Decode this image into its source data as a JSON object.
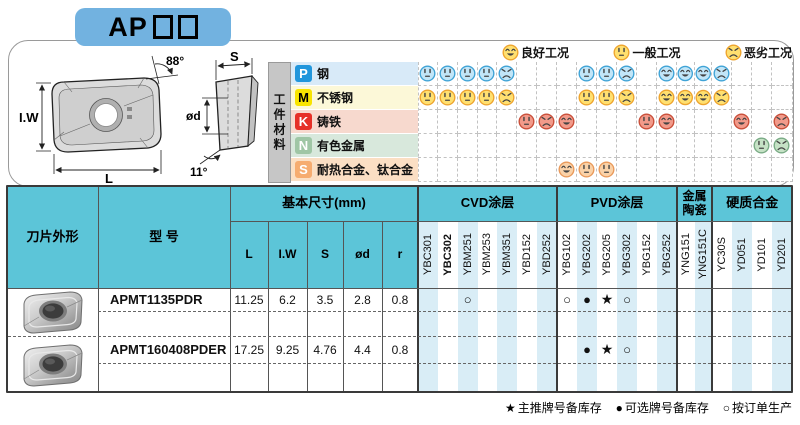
{
  "header": {
    "title_prefix": "AP",
    "legend": [
      {
        "face": "smile",
        "label": "良好工况"
      },
      {
        "face": "neutral",
        "label": "一般工况"
      },
      {
        "face": "sad",
        "label": "恶劣工况"
      }
    ]
  },
  "drawing": {
    "labels": {
      "iw": "I.W",
      "l": "L",
      "s": "S",
      "d": "ød",
      "angle_top": "88°",
      "angle_side": "11°"
    }
  },
  "materials": {
    "side_label": "工件材料",
    "rows": [
      {
        "code": "P",
        "name": "钢",
        "icon_bg": "#2196dc",
        "icon_fg": "#ffffff",
        "band_bg": "#d8eaf8",
        "face_fill": "#c2e6f8",
        "face_stroke": "#3fa3d6",
        "cells": [
          "neutral",
          "neutral",
          "neutral",
          "neutral",
          "sad",
          "",
          "",
          "",
          "neutral",
          "neutral",
          "sad",
          "",
          "smile",
          "smile",
          "smile",
          "sad",
          "",
          "",
          ""
        ]
      },
      {
        "code": "M",
        "name": "不锈钢",
        "icon_bg": "#f8e400",
        "icon_fg": "#000000",
        "band_bg": "#fcf8d8",
        "face_fill": "#ffe070",
        "face_stroke": "#eea42e",
        "cells": [
          "neutral",
          "neutral",
          "neutral",
          "neutral",
          "sad",
          "",
          "",
          "",
          "neutral",
          "neutral",
          "sad",
          "",
          "smile",
          "smile",
          "smile",
          "sad",
          "",
          "",
          ""
        ]
      },
      {
        "code": "K",
        "name": "铸铁",
        "icon_bg": "#e63028",
        "icon_fg": "#ffffff",
        "band_bg": "#f7d9ce",
        "face_fill": "#f29a8a",
        "face_stroke": "#c94f3a",
        "cells": [
          "",
          "",
          "",
          "",
          "",
          "neutral",
          "sad",
          "smile",
          "",
          "",
          "",
          "neutral",
          "smile",
          "",
          "",
          "",
          "smile",
          "",
          "sad"
        ]
      },
      {
        "code": "N",
        "name": "有色金属",
        "icon_bg": "#9fc6a5",
        "icon_fg": "#ffffff",
        "band_bg": "#d8e8dc",
        "face_fill": "#c6e2c6",
        "face_stroke": "#79ab85",
        "cells": [
          "",
          "",
          "",
          "",
          "",
          "",
          "",
          "",
          "",
          "",
          "",
          "",
          "",
          "",
          "",
          "",
          "",
          "neutral",
          "sad"
        ]
      },
      {
        "code": "S",
        "name": "耐热合金、钛合金",
        "icon_bg": "#f6ac70",
        "icon_fg": "#ffffff",
        "band_bg": "#fbdfc4",
        "face_fill": "#fad2a8",
        "face_stroke": "#e9995a",
        "cells": [
          "",
          "",
          "",
          "",
          "",
          "",
          "",
          "smile",
          "neutral",
          "neutral",
          "",
          "",
          "",
          "",
          "",
          "",
          "",
          "",
          ""
        ]
      }
    ]
  },
  "table": {
    "headers": {
      "shape": "刀片外形",
      "model": "型  号",
      "dims": "基本尺寸(mm)",
      "dim_cols": [
        "L",
        "I.W",
        "S",
        "ød",
        "r"
      ]
    },
    "sections": [
      {
        "label": "CVD涂层",
        "grades": [
          {
            "name": "YBC301"
          },
          {
            "name": "YBC302",
            "bold": true
          },
          {
            "name": "YBM251"
          },
          {
            "name": "YBM253"
          },
          {
            "name": "YBM351"
          },
          {
            "name": "YBD152"
          },
          {
            "name": "YBD252"
          }
        ]
      },
      {
        "label": "PVD涂层",
        "grades": [
          {
            "name": "YBG102"
          },
          {
            "name": "YBG202"
          },
          {
            "name": "YBG205"
          },
          {
            "name": "YBG302"
          },
          {
            "name": "YBG152"
          },
          {
            "name": "YBG252"
          }
        ]
      },
      {
        "label": "金属陶瓷",
        "grades": [
          {
            "name": "YNG151"
          },
          {
            "name": "YNG151C"
          }
        ]
      },
      {
        "label": "硬质合金",
        "grades": [
          {
            "name": "YC30S"
          },
          {
            "name": "YD051"
          },
          {
            "name": "YD101"
          },
          {
            "name": "YD201"
          }
        ]
      }
    ],
    "rows": [
      {
        "model": "APMT1135PDR",
        "dims": [
          "11.25",
          "6.2",
          "3.5",
          "2.8",
          "0.8"
        ],
        "marks": [
          "",
          "",
          "circle",
          "",
          "",
          "",
          "",
          "circle",
          "dot",
          "star",
          "circle",
          "",
          "",
          "",
          "",
          "",
          "",
          "",
          ""
        ]
      },
      {
        "model": "APMT160408PDER",
        "dims": [
          "17.25",
          "9.25",
          "4.76",
          "4.4",
          "0.8"
        ],
        "marks": [
          "",
          "",
          "",
          "",
          "",
          "",
          "",
          "",
          "dot",
          "star",
          "circle",
          "",
          "",
          "",
          "",
          "",
          "",
          "",
          ""
        ]
      }
    ]
  },
  "footer": {
    "legend": [
      {
        "symbol": "★",
        "label": "主推牌号备库存"
      },
      {
        "symbol": "●",
        "label": "可选牌号备库存"
      },
      {
        "symbol": "○",
        "label": "按订单生产"
      }
    ]
  },
  "colors": {
    "header_cyan": "#5cc5d8",
    "stripe": "#d9edf6",
    "title_bg": "#72b2e0"
  }
}
